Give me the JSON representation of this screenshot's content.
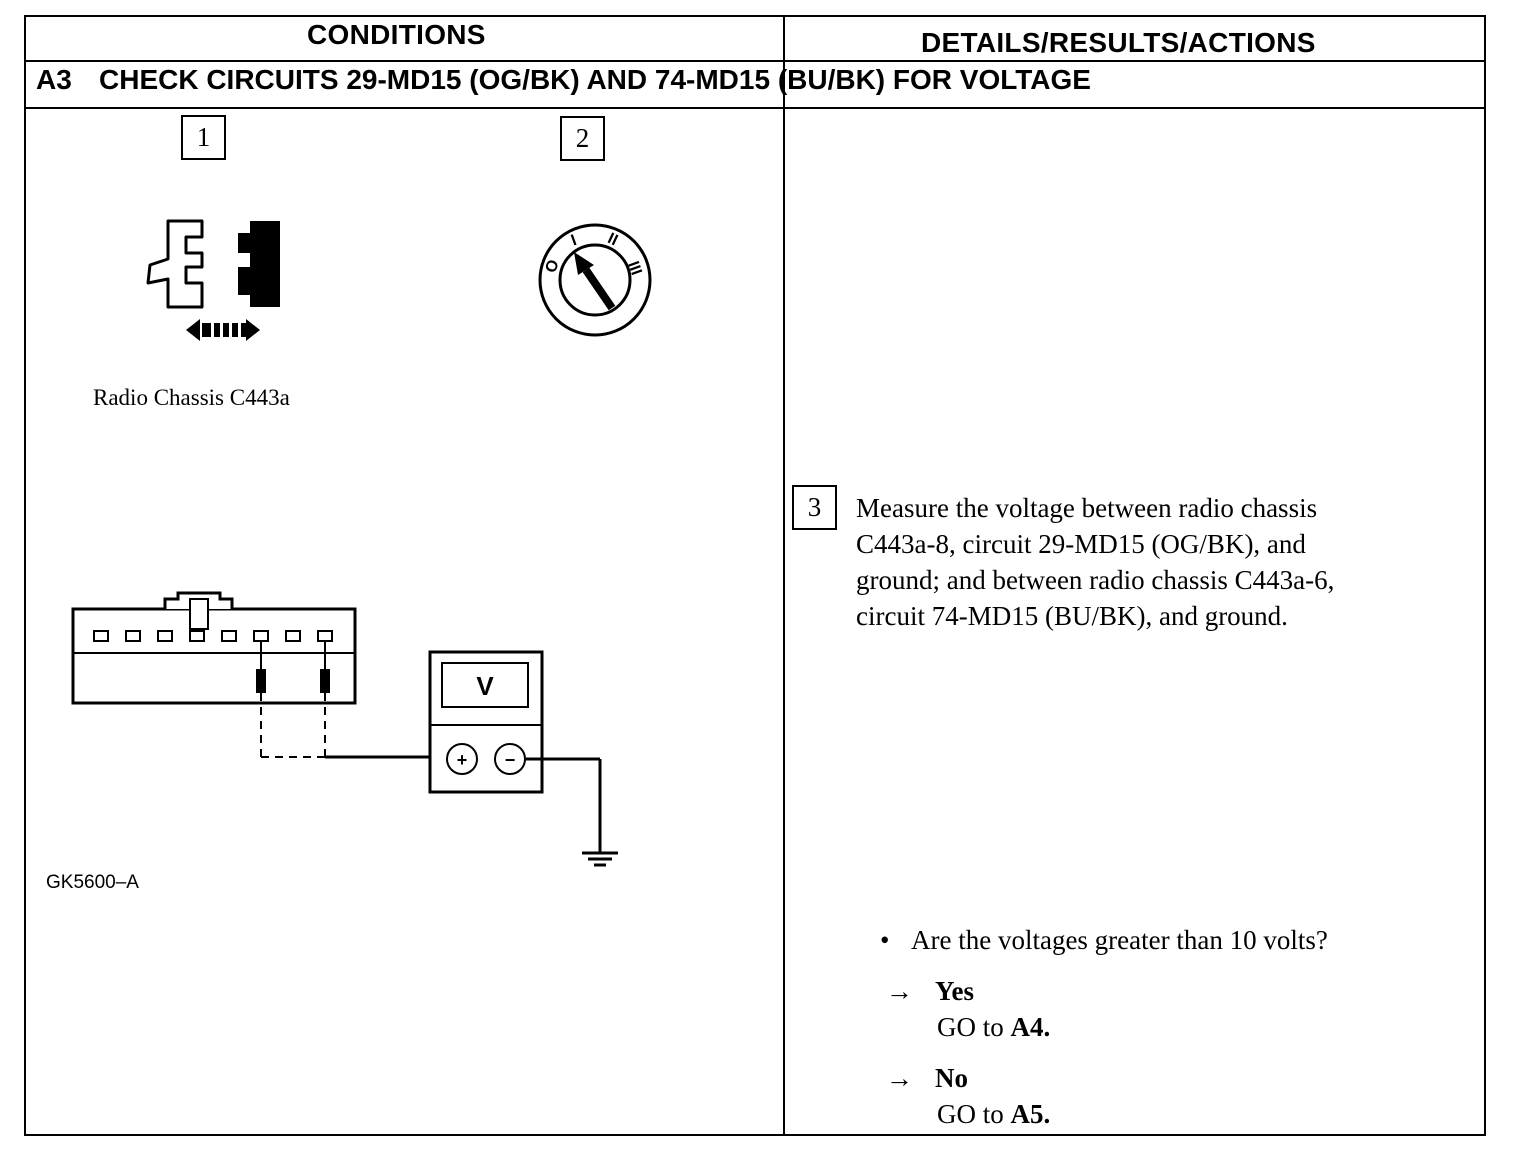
{
  "header": {
    "conditions": "CONDITIONS",
    "details": "DETAILS/RESULTS/ACTIONS"
  },
  "test": {
    "id": "A3",
    "title": "CHECK CIRCUITS 29-MD15 (OG/BK) AND 74-MD15 (BU/BK) FOR VOLTAGE"
  },
  "steps": {
    "step1_num": "1",
    "step2_num": "2",
    "step3_num": "3"
  },
  "icons": {
    "step1": "disconnect-connector-icon",
    "step2": "ignition-switch-icon",
    "meter": "voltmeter-icon",
    "ground": "ground-symbol-icon"
  },
  "labels": {
    "connector_caption": "Radio Chassis C443a",
    "figure_id": "GK5600–A",
    "meter_symbol": "V",
    "meter_plus": "+",
    "meter_minus": "−",
    "ignition_off": "O",
    "ignition_i": "I",
    "ignition_ii": "II",
    "ignition_iii": "III"
  },
  "instruction": {
    "lines": [
      "Measure the voltage between radio chassis",
      "C443a-8, circuit 29-MD15 (OG/BK), and",
      "ground; and between radio chassis C443a-6,",
      "circuit 74-MD15 (BU/BK), and ground."
    ]
  },
  "question": {
    "bullet": "•",
    "text": "Are the voltages greater than 10 volts?",
    "yes_label": "Yes",
    "yes_action": "GO to",
    "yes_target": "A4.",
    "no_label": "No",
    "no_action": "GO to",
    "no_target": "A5.",
    "arrow": "→"
  }
}
